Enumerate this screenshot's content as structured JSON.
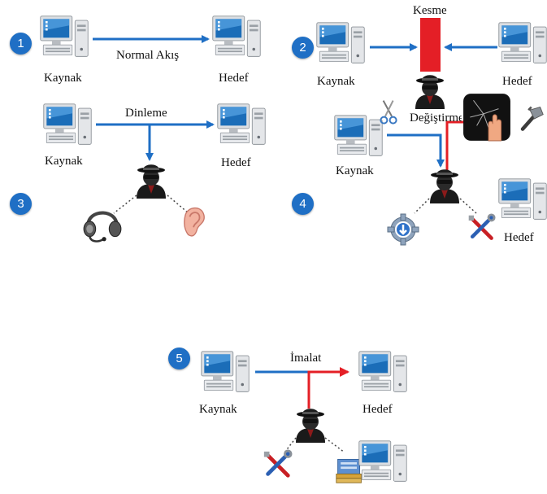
{
  "panels": [
    {
      "number": "1",
      "source_label": "Kaynak",
      "target_label": "Hedef",
      "flow_label": "Normal Akış"
    },
    {
      "number": "2",
      "source_label": "Kaynak",
      "target_label": "Hedef",
      "attack_label": "Kesme"
    },
    {
      "number": "3",
      "source_label": "Kaynak",
      "target_label": "Hedef",
      "attack_label": "Dinleme"
    },
    {
      "number": "4",
      "source_label": "Kaynak",
      "target_label": "Hedef",
      "attack_label": "Değiştirme"
    },
    {
      "number": "5",
      "source_label": "Kaynak",
      "target_label": "Hedef",
      "attack_label": "İmalat"
    }
  ],
  "colors": {
    "flow_arrow": "#1f6fc5",
    "attack_red": "#e41f26",
    "badge": "#1f6fc5"
  },
  "icons": [
    "computer-icon",
    "hacker-icon",
    "headset-icon",
    "ear-icon",
    "scissors-icon",
    "broken-screen-icon",
    "hammer-icon",
    "gear-icon",
    "tools-icon",
    "server-stack-icon"
  ]
}
